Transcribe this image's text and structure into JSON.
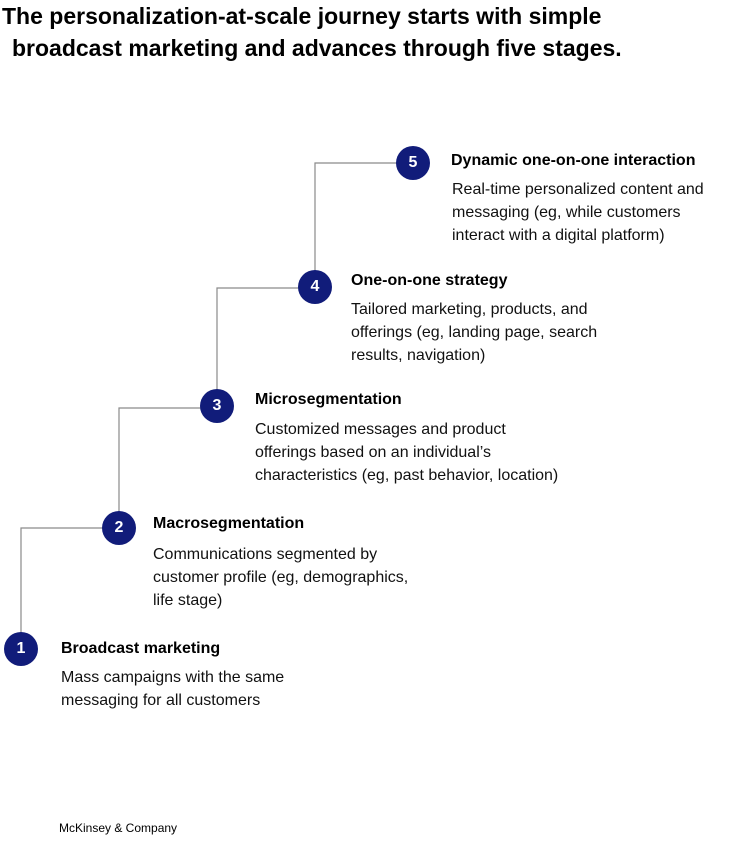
{
  "title": {
    "line1": "The personalization-at-scale journey starts with simple",
    "line2": "broadcast marketing and advances through five stages."
  },
  "stages": [
    {
      "number": "1",
      "title": "Broadcast marketing",
      "desc": [
        "Mass campaigns with the same",
        "messaging for all customers"
      ]
    },
    {
      "number": "2",
      "title": "Macrosegmentation",
      "desc": [
        "Communications segmented by",
        "customer profile (eg, demographics,",
        "life stage)"
      ]
    },
    {
      "number": "3",
      "title": "Microsegmentation",
      "desc": [
        "Customized messages and product",
        "offerings based on an individual’s",
        "characteristics (eg, past behavior, location)"
      ]
    },
    {
      "number": "4",
      "title": "One-on-one strategy",
      "desc": [
        "Tailored marketing, products, and",
        "offerings (eg, landing page, search",
        "results, navigation)"
      ]
    },
    {
      "number": "5",
      "title": "Dynamic one-on-one interaction",
      "desc": [
        "Real-time personalized content and",
        "messaging (eg, while customers",
        "interact with a digital platform)"
      ]
    }
  ],
  "colors": {
    "badge": "#111c7a",
    "connector": "#8a8a8a"
  },
  "footer": {
    "source": "McKinsey & Company"
  }
}
